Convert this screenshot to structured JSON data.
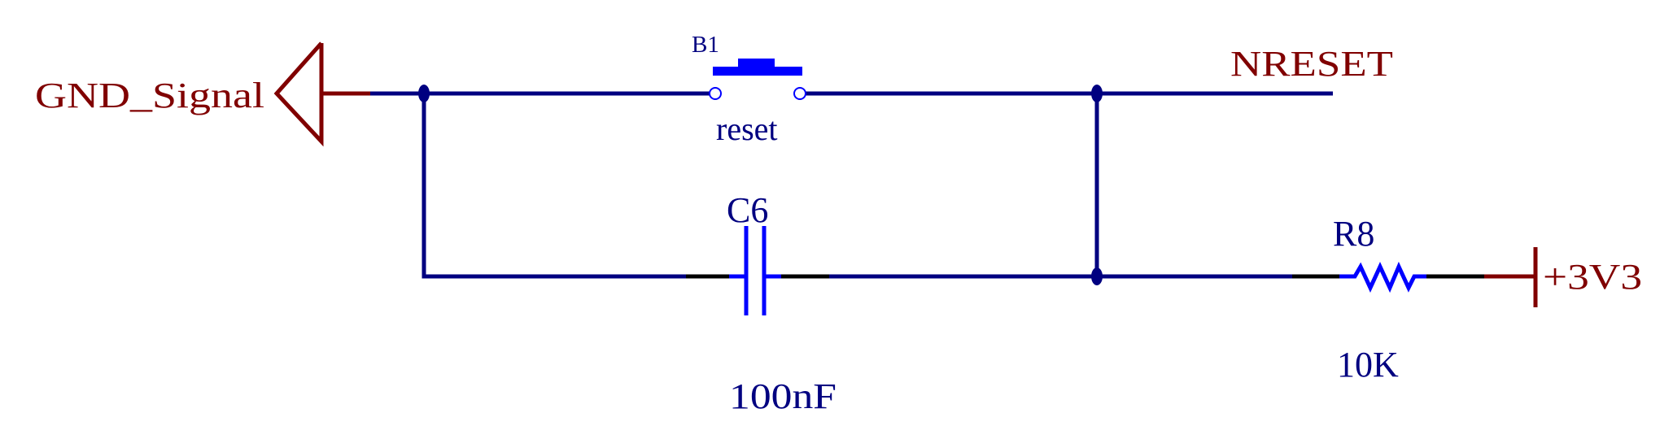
{
  "net_labels": {
    "gnd": "GND_Signal",
    "nreset": "NRESET",
    "vcc": "+3V3"
  },
  "components": {
    "switch": {
      "designator": "B1",
      "value": "reset"
    },
    "capacitor": {
      "designator": "C6",
      "value": "100nF"
    },
    "resistor": {
      "designator": "R8",
      "value": "10K"
    }
  },
  "colors": {
    "wire": "#000080",
    "component": "#0000ff",
    "power": "#800000",
    "pin": "#000000"
  }
}
